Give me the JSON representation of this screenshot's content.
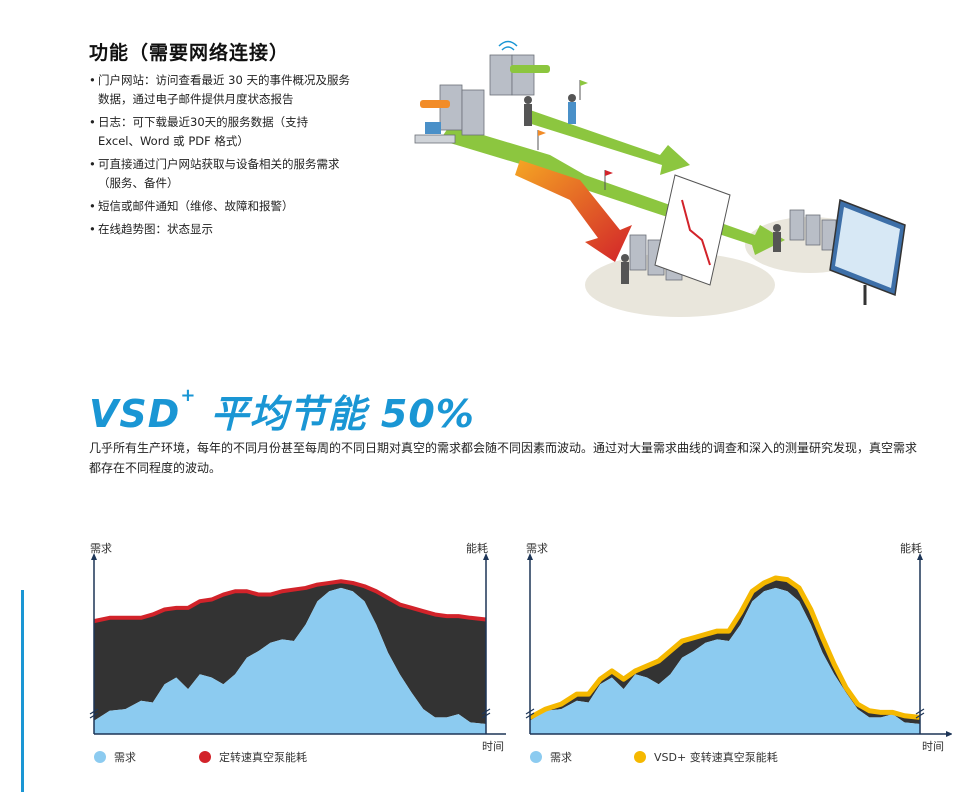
{
  "features": {
    "title": "功能（需要网络连接）",
    "items": [
      {
        "line1": "门户网站：访问查看最近 30 天的事件概况及服务",
        "line2": "数据，通过电子邮件提供月度状态报告"
      },
      {
        "line1": "日志：可下载最近30天的服务数据（支持",
        "line2": "Excel、Word 或 PDF 格式）"
      },
      {
        "line1": "可直接通过门户网站获取与设备相关的服务需求",
        "line2": "（服务、备件）"
      },
      {
        "line1": "短信或邮件通知（维修、故障和报警）",
        "line2": ""
      },
      {
        "line1": "在线趋势图：状态显示",
        "line2": ""
      }
    ]
  },
  "section": {
    "title_main": "VSD",
    "title_sup": "+",
    "title_rest": " 平均节能 50%",
    "intro": "几乎所有生产环境，每年的不同月份甚至每周的不同日期对真空的需求都会随不同因素而波动。通过对大量需求曲线的调查和深入的测量研究发现，真空需求都存在不同程度的波动。"
  },
  "colors": {
    "accent": "#1a96d4",
    "demand": "#8ccbf0",
    "energy_fixed": "#d2232a",
    "energy_vsd": "#f5b800",
    "gap": "#333333"
  },
  "chart_data": [
    {
      "type": "area",
      "ylabel": "需求",
      "y2label": "能耗",
      "xlabel": "时间",
      "x": [
        0,
        0.04,
        0.08,
        0.12,
        0.15,
        0.18,
        0.21,
        0.24,
        0.27,
        0.3,
        0.33,
        0.36,
        0.39,
        0.42,
        0.45,
        0.48,
        0.51,
        0.54,
        0.57,
        0.6,
        0.63,
        0.66,
        0.69,
        0.72,
        0.75,
        0.78,
        0.81,
        0.84,
        0.87,
        0.9,
        0.93,
        0.96,
        1.0
      ],
      "series": [
        {
          "name": "需求",
          "values": [
            0.08,
            0.14,
            0.15,
            0.2,
            0.19,
            0.3,
            0.34,
            0.27,
            0.36,
            0.34,
            0.3,
            0.36,
            0.46,
            0.5,
            0.55,
            0.57,
            0.56,
            0.66,
            0.8,
            0.86,
            0.88,
            0.86,
            0.8,
            0.66,
            0.49,
            0.36,
            0.25,
            0.15,
            0.1,
            0.1,
            0.12,
            0.07,
            0.06
          ]
        },
        {
          "name": "定转速真空泵能耗",
          "values": [
            0.68,
            0.7,
            0.7,
            0.7,
            0.72,
            0.75,
            0.76,
            0.76,
            0.8,
            0.81,
            0.84,
            0.86,
            0.86,
            0.84,
            0.84,
            0.86,
            0.87,
            0.88,
            0.9,
            0.91,
            0.92,
            0.91,
            0.89,
            0.86,
            0.82,
            0.78,
            0.76,
            0.74,
            0.72,
            0.71,
            0.71,
            0.7,
            0.69
          ]
        }
      ],
      "legend": [
        "需求",
        "定转速真空泵能耗"
      ],
      "ylim": [
        0,
        1
      ]
    },
    {
      "type": "area",
      "ylabel": "需求",
      "y2label": "能耗",
      "xlabel": "时间",
      "x": [
        0,
        0.04,
        0.08,
        0.12,
        0.15,
        0.18,
        0.21,
        0.24,
        0.27,
        0.3,
        0.33,
        0.36,
        0.39,
        0.42,
        0.45,
        0.48,
        0.51,
        0.54,
        0.57,
        0.6,
        0.63,
        0.66,
        0.69,
        0.72,
        0.75,
        0.78,
        0.81,
        0.84,
        0.87,
        0.9,
        0.93,
        0.96,
        1.0
      ],
      "series": [
        {
          "name": "需求",
          "values": [
            0.08,
            0.14,
            0.15,
            0.2,
            0.19,
            0.3,
            0.34,
            0.27,
            0.36,
            0.34,
            0.3,
            0.36,
            0.46,
            0.5,
            0.55,
            0.57,
            0.56,
            0.66,
            0.8,
            0.86,
            0.88,
            0.86,
            0.8,
            0.66,
            0.49,
            0.36,
            0.25,
            0.15,
            0.1,
            0.1,
            0.12,
            0.07,
            0.06
          ]
        },
        {
          "name": "VSD+ 变转速真空泵能耗",
          "values": [
            0.1,
            0.15,
            0.18,
            0.24,
            0.24,
            0.33,
            0.38,
            0.33,
            0.38,
            0.41,
            0.44,
            0.5,
            0.56,
            0.58,
            0.6,
            0.62,
            0.62,
            0.73,
            0.86,
            0.91,
            0.94,
            0.93,
            0.88,
            0.75,
            0.58,
            0.42,
            0.28,
            0.18,
            0.14,
            0.13,
            0.13,
            0.11,
            0.1
          ]
        }
      ],
      "legend": [
        "需求",
        "VSD+ 变转速真空泵能耗"
      ],
      "ylim": [
        0,
        1
      ]
    }
  ]
}
